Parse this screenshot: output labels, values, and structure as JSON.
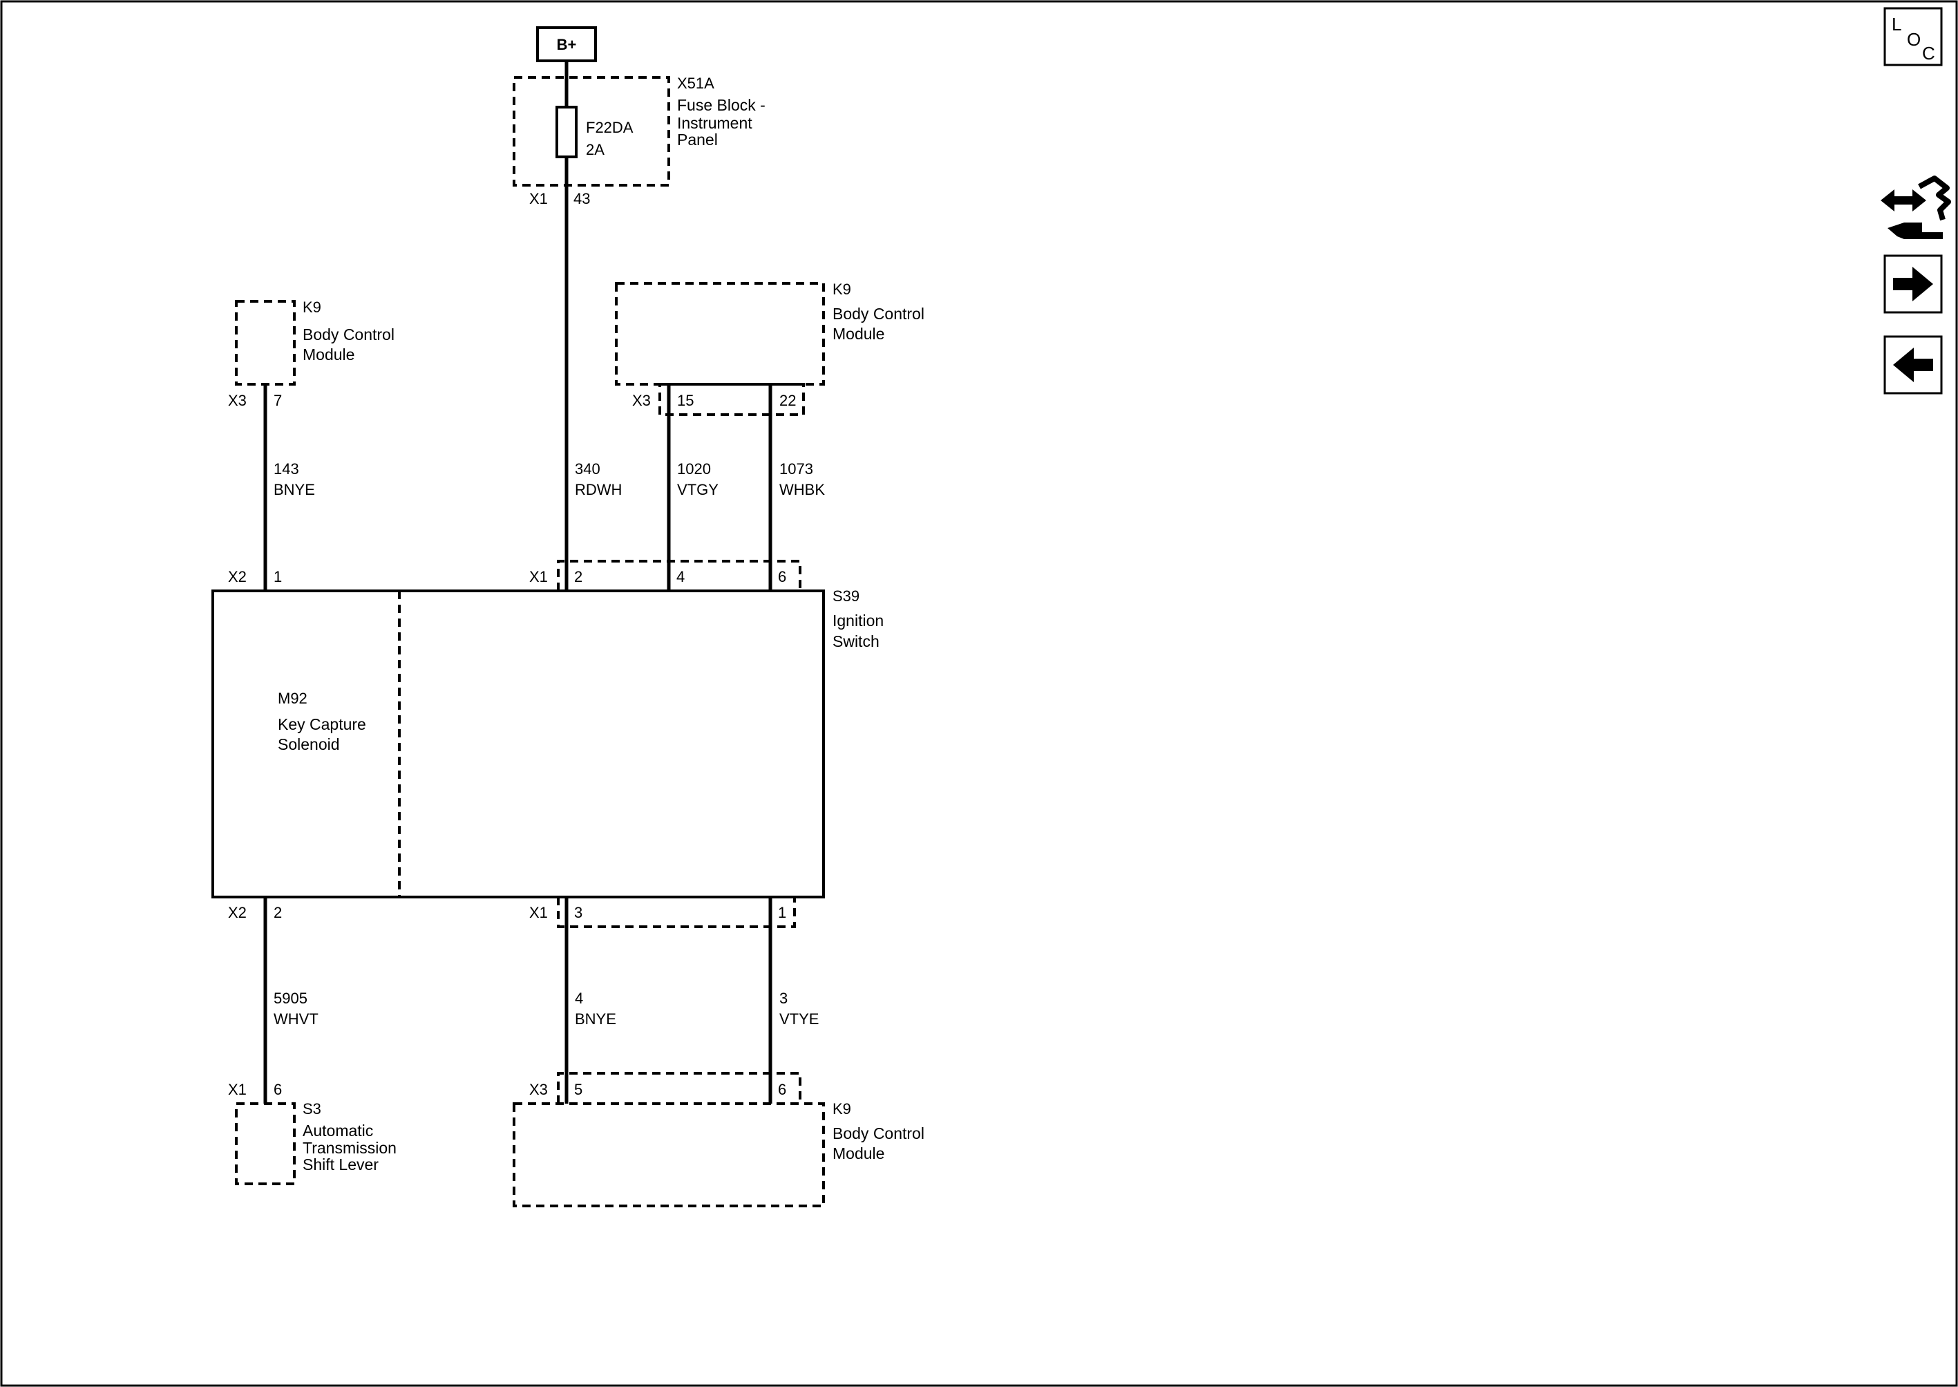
{
  "power": {
    "label": "B+"
  },
  "fuse_block": {
    "ref": "X51A",
    "name": [
      "Fuse Block -",
      "Instrument",
      "Panel"
    ],
    "fuse_ref": "F22DA",
    "fuse_rating": "2A",
    "connector": "X1",
    "pin": "43"
  },
  "bcm_left": {
    "ref": "K9",
    "name": [
      "Body Control",
      "Module"
    ],
    "connector": "X3",
    "pin": "7"
  },
  "bcm_right": {
    "ref": "K9",
    "name": [
      "Body Control",
      "Module"
    ],
    "connector": "X3",
    "pins": [
      "15",
      "22"
    ]
  },
  "bcm_bottom": {
    "ref": "K9",
    "name": [
      "Body Control",
      "Module"
    ],
    "connector": "X3",
    "pins": [
      "5",
      "6"
    ]
  },
  "wires": {
    "w143": {
      "circuit": "143",
      "color": "BNYE"
    },
    "w340": {
      "circuit": "340",
      "color": "RDWH"
    },
    "w1020": {
      "circuit": "1020",
      "color": "VTGY"
    },
    "w1073": {
      "circuit": "1073",
      "color": "WHBK"
    },
    "w5905": {
      "circuit": "5905",
      "color": "WHVT"
    },
    "w4": {
      "circuit": "4",
      "color": "BNYE"
    },
    "w3": {
      "circuit": "3",
      "color": "VTYE"
    }
  },
  "ignition_switch": {
    "ref": "S39",
    "name": [
      "Ignition",
      "Switch"
    ],
    "top_x2": {
      "connector": "X2",
      "pin": "1"
    },
    "top_x1": {
      "connector": "X1",
      "pins": [
        "2",
        "4",
        "6"
      ]
    },
    "bottom_x2": {
      "connector": "X2",
      "pin": "2"
    },
    "bottom_x1": {
      "connector": "X1",
      "pins": [
        "3",
        "1"
      ]
    }
  },
  "solenoid": {
    "ref": "M92",
    "name": [
      "Key Capture",
      "Solenoid"
    ]
  },
  "shift_lever": {
    "ref": "S3",
    "name": [
      "Automatic",
      "Transmission",
      "Shift Lever"
    ],
    "connector": "X1",
    "pin": "6"
  },
  "nav": {
    "loc_letters": [
      "L",
      "O",
      "C"
    ],
    "icons": [
      "wiring-arrows-icon",
      "arrow-right-icon",
      "arrow-left-icon"
    ]
  }
}
